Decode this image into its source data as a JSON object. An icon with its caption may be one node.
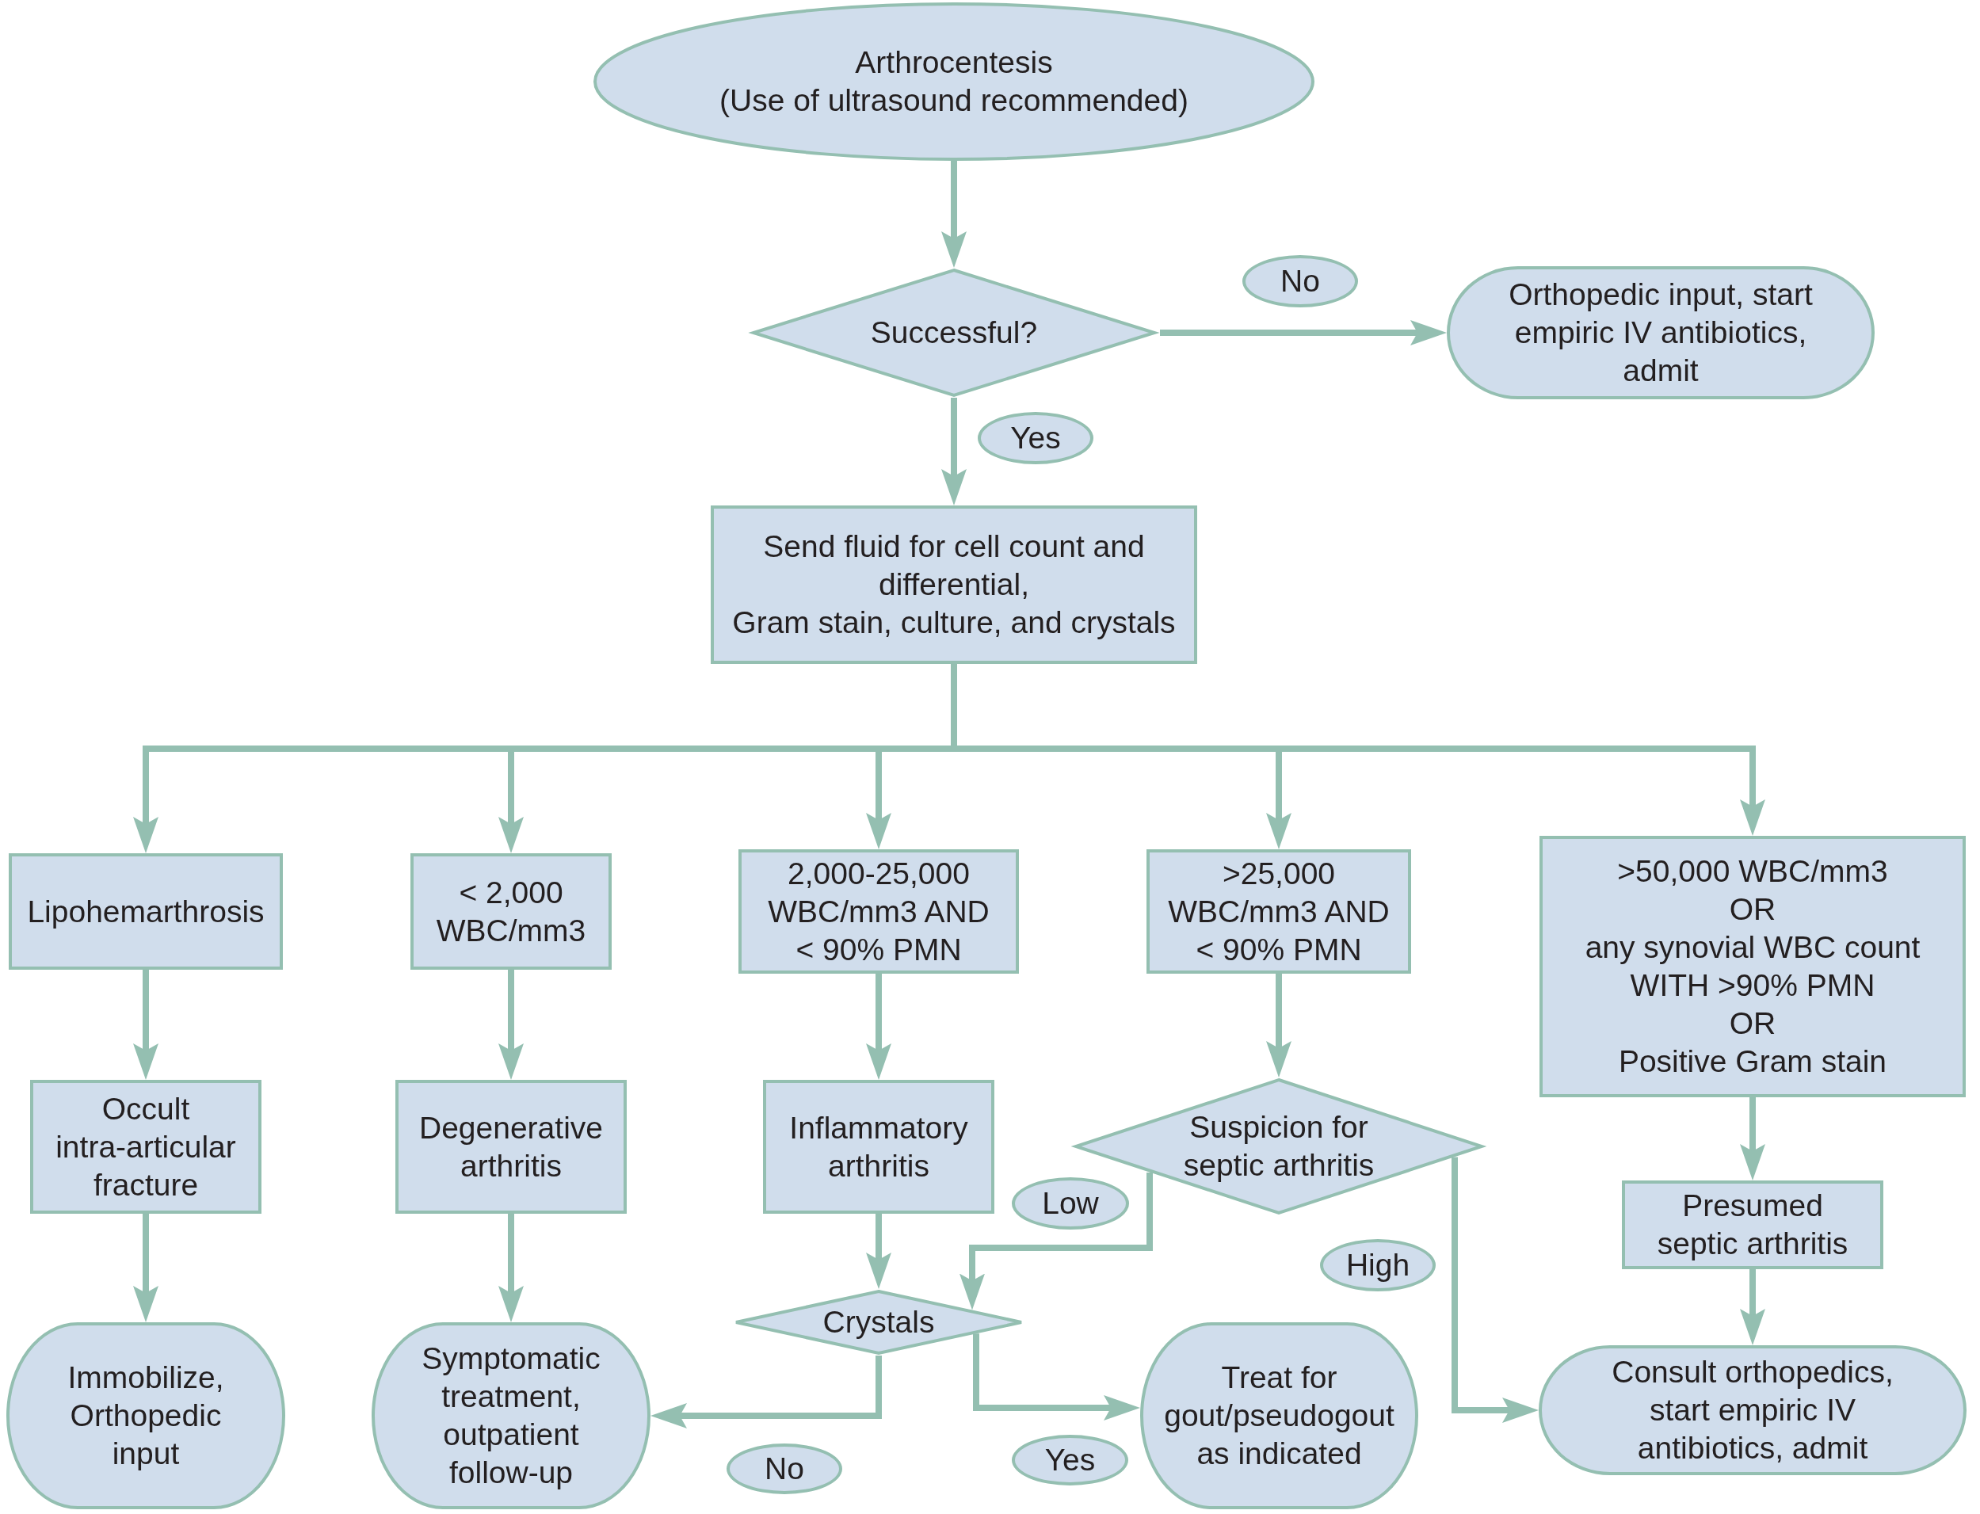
{
  "diagram": {
    "nodes": [
      {
        "text": [
          "Arthrocentesis",
          "(Use of ultrasound recommended)"
        ]
      },
      {
        "text": [
          "Successful?"
        ]
      },
      {
        "text": [
          "Orthopedic input, start empiric IV antibiotics, admit"
        ]
      },
      {
        "text": [
          "Send fluid for cell count and differential,",
          "Gram stain, culture, and crystals"
        ]
      },
      {
        "text": [
          "Lipohemarthrosis"
        ]
      },
      {
        "text": [
          "< 2,000 WBC/mm3"
        ]
      },
      {
        "text": [
          "2,000-25,000 WBC/mm3 AND < 90% PMN"
        ]
      },
      {
        "text": [
          ">25,000 WBC/mm3 AND < 90% PMN"
        ]
      },
      {
        "text": [
          ">50,000 WBC/mm3",
          "OR",
          "any synovial WBC count WITH >90% PMN",
          "OR",
          "Positive Gram stain"
        ]
      },
      {
        "text": [
          "Occult intra-articular fracture"
        ]
      },
      {
        "text": [
          "Degenerative arthritis"
        ]
      },
      {
        "text": [
          "Inflammatory arthritis"
        ]
      },
      {
        "text": [
          "Suspicion for septic arthritis"
        ]
      },
      {
        "text": [
          "Presumed septic arthritis"
        ]
      },
      {
        "text": [
          "Crystals"
        ]
      },
      {
        "text": [
          "Immobilize, Orthopedic input"
        ]
      },
      {
        "text": [
          "Symptomatic treatment, outpatient follow-up"
        ]
      },
      {
        "text": [
          "Treat for gout/pseudogout as indicated"
        ]
      },
      {
        "text": [
          "Consult orthopedics, start empiric IV antibiotics, admit"
        ]
      }
    ],
    "edges": [
      {
        "from": 0,
        "to": 1,
        "arrow": "to"
      },
      {
        "from": 1,
        "to": 2,
        "arrow": "to",
        "label": "No"
      },
      {
        "from": 1,
        "to": 3,
        "arrow": "to",
        "label": "Yes"
      },
      {
        "from": 3,
        "to": 4,
        "arrow": "to"
      },
      {
        "from": 3,
        "to": 5,
        "arrow": "to"
      },
      {
        "from": 3,
        "to": 6,
        "arrow": "to"
      },
      {
        "from": 3,
        "to": 7,
        "arrow": "to"
      },
      {
        "from": 3,
        "to": 8,
        "arrow": "to"
      },
      {
        "from": 4,
        "to": 9,
        "arrow": "to"
      },
      {
        "from": 5,
        "to": 10,
        "arrow": "to"
      },
      {
        "from": 6,
        "to": 11,
        "arrow": "to"
      },
      {
        "from": 7,
        "to": 12,
        "arrow": "to"
      },
      {
        "from": 8,
        "to": 13,
        "arrow": "to"
      },
      {
        "from": 9,
        "to": 15,
        "arrow": "to"
      },
      {
        "from": 10,
        "to": 16,
        "arrow": "to"
      },
      {
        "from": 11,
        "to": 14,
        "arrow": "to"
      },
      {
        "from": 12,
        "to": 14,
        "arrow": "to",
        "label": "Low"
      },
      {
        "from": 12,
        "to": 18,
        "arrow": "to",
        "label": "High"
      },
      {
        "from": 13,
        "to": 18,
        "arrow": "to"
      },
      {
        "from": 14,
        "to": 16,
        "arrow": "to",
        "label": "No"
      },
      {
        "from": 14,
        "to": 17,
        "arrow": "to",
        "label": "Yes"
      }
    ]
  }
}
